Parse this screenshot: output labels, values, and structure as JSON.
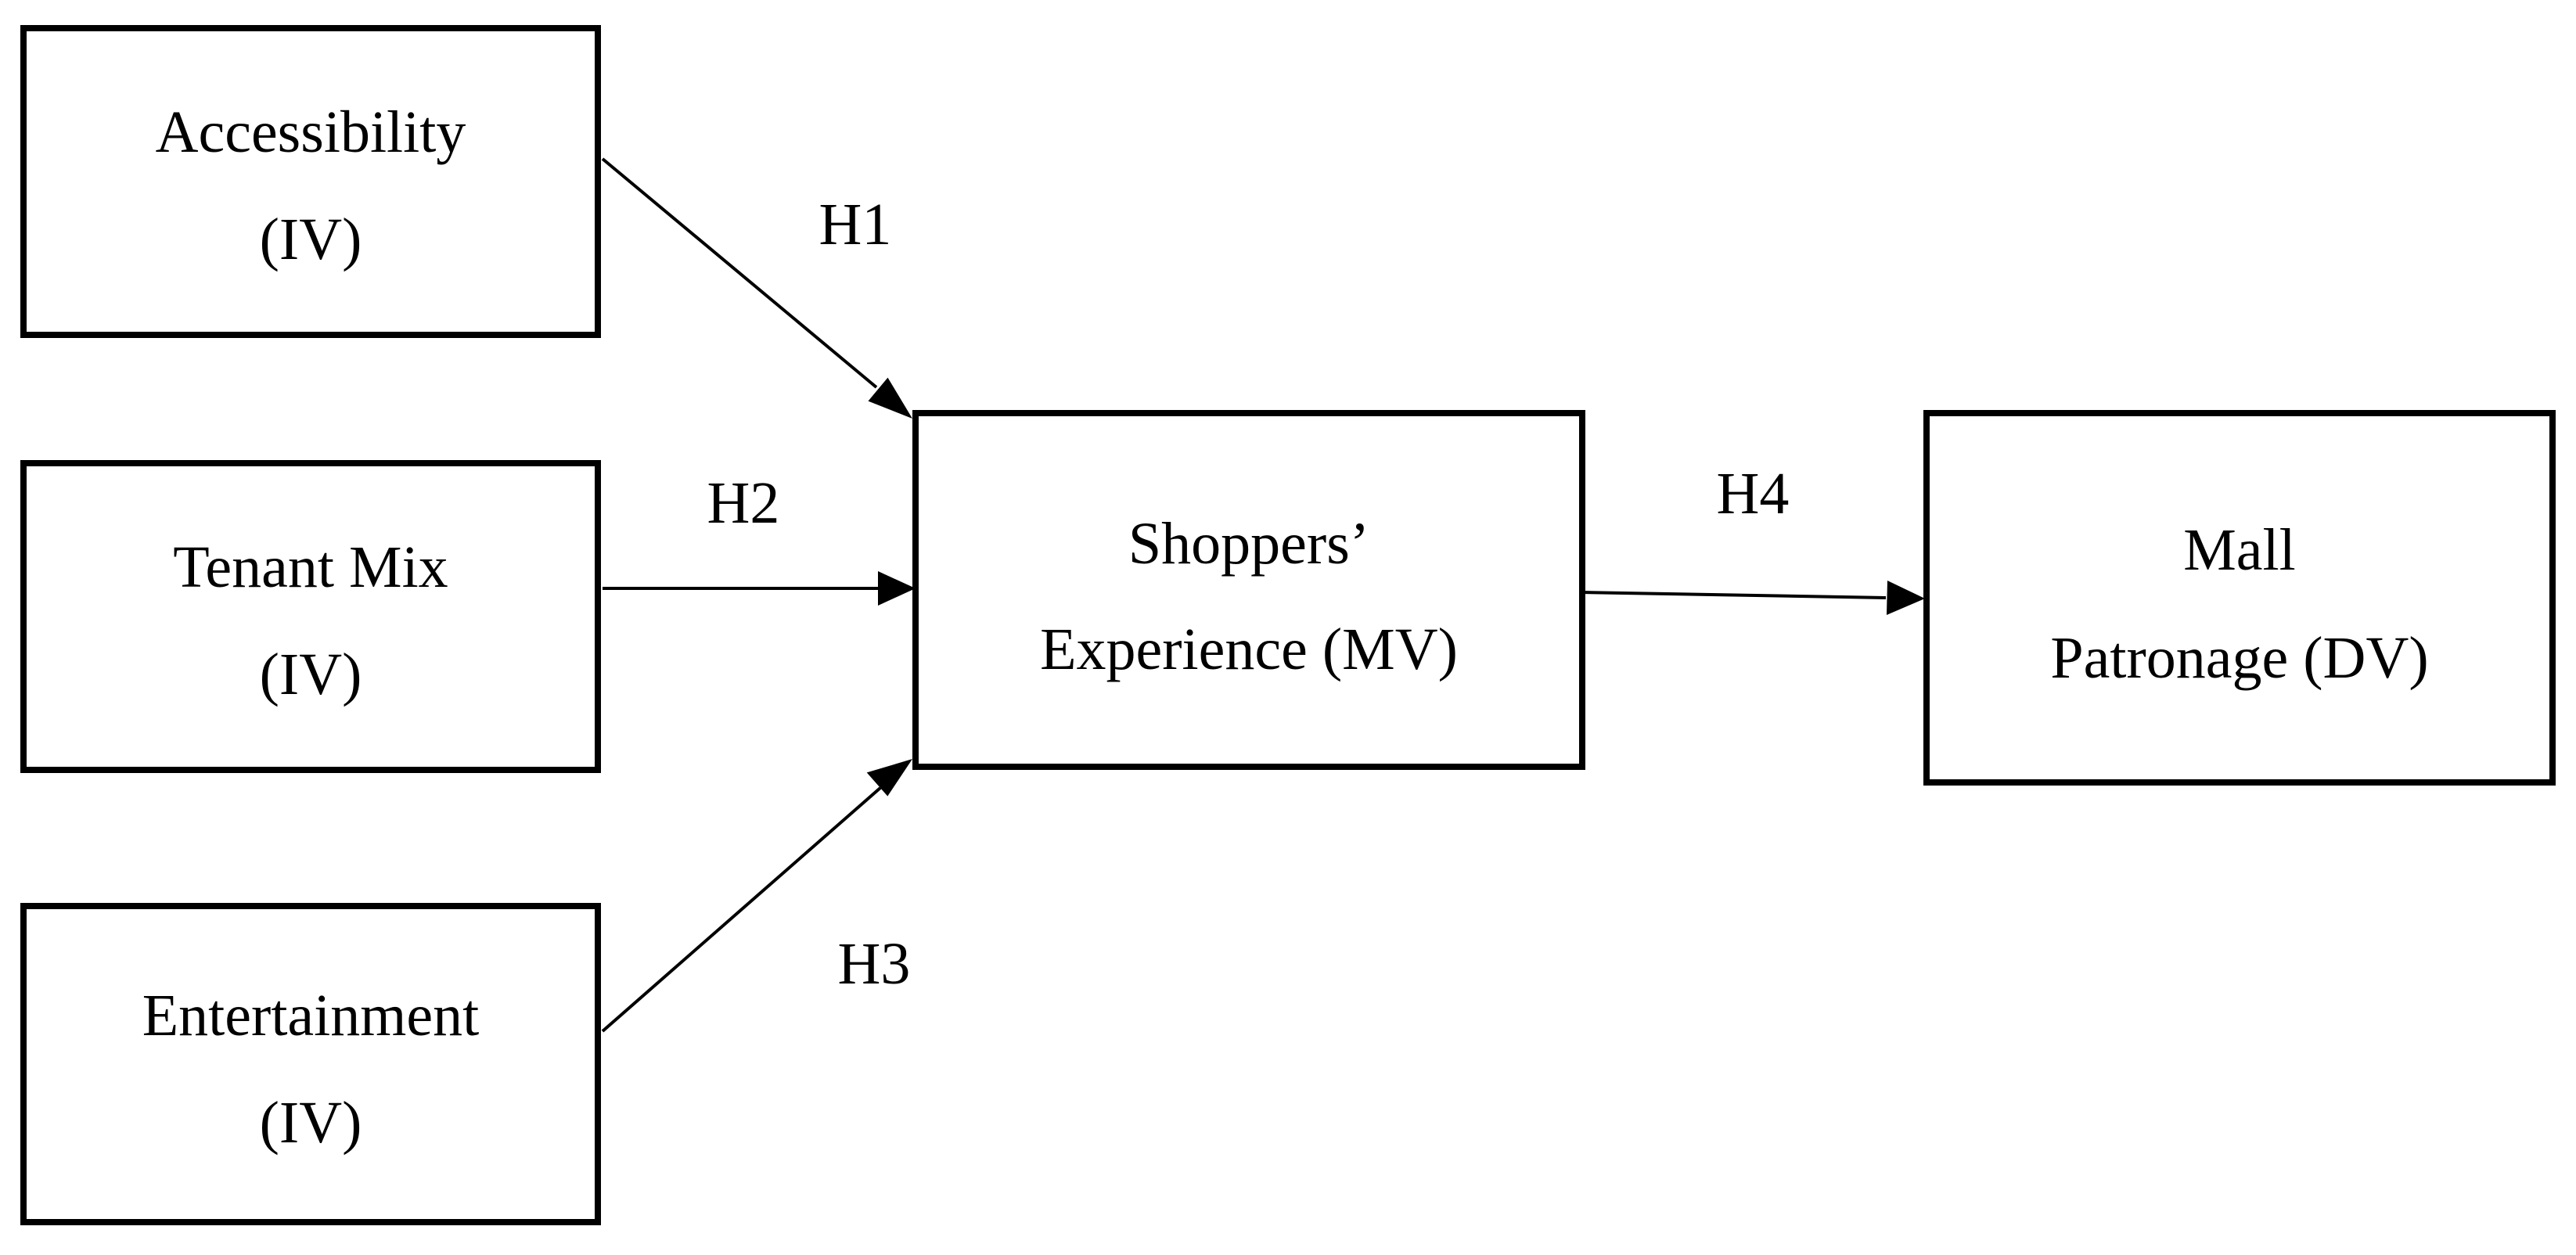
{
  "diagram": {
    "nodes": {
      "accessibility": {
        "line1": "Accessibility",
        "line2": "(IV)"
      },
      "tenant_mix": {
        "line1": "Tenant Mix",
        "line2": "(IV)"
      },
      "entertainment": {
        "line1": "Entertainment",
        "line2": "(IV)"
      },
      "shoppers_experience": {
        "line1": "Shoppers’",
        "line2": "Experience (MV)"
      },
      "mall_patronage": {
        "line1": "Mall",
        "line2": "Patronage (DV)"
      }
    },
    "edges": {
      "h1": {
        "label": "H1",
        "from": "Accessibility",
        "to": "Shoppers’ Experience"
      },
      "h2": {
        "label": "H2",
        "from": "Tenant Mix",
        "to": "Shoppers’ Experience"
      },
      "h3": {
        "label": "H3",
        "from": "Entertainment",
        "to": "Shoppers’ Experience"
      },
      "h4": {
        "label": "H4",
        "from": "Shoppers’ Experience",
        "to": "Mall Patronage"
      }
    },
    "colors": {
      "stroke": "#000000",
      "background": "#ffffff"
    }
  }
}
